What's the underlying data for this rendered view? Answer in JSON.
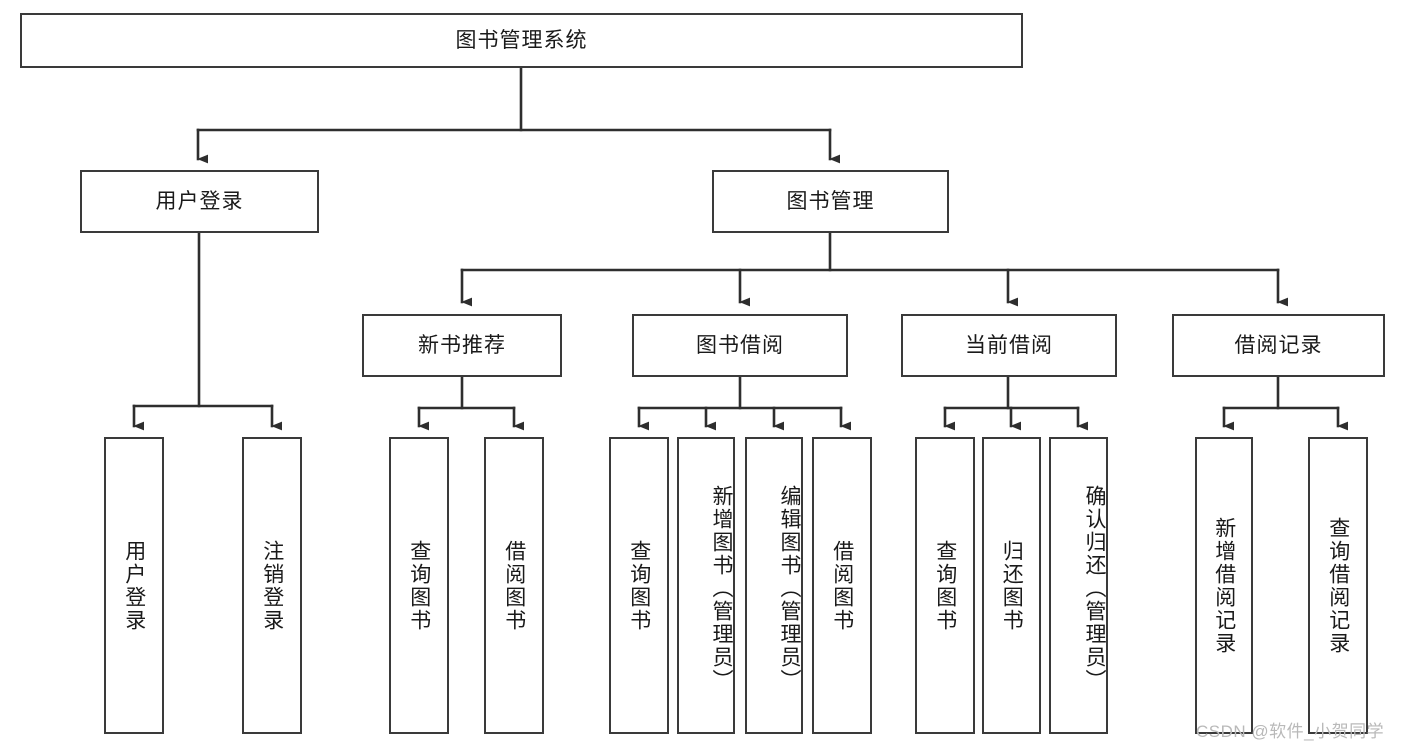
{
  "diagram": {
    "title": "图书管理系统",
    "type": "functional-structure-tree",
    "root": {
      "label": "图书管理系统"
    },
    "level2": [
      {
        "label": "用户登录"
      },
      {
        "label": "图书管理"
      }
    ],
    "level3": [
      {
        "label": "新书推荐"
      },
      {
        "label": "图书借阅"
      },
      {
        "label": "当前借阅"
      },
      {
        "label": "借阅记录"
      }
    ],
    "leaves": {
      "user_login": [
        {
          "label": "用户登录"
        },
        {
          "label": "注销登录"
        }
      ],
      "new_book_recommend": [
        {
          "label": "查询图书"
        },
        {
          "label": "借阅图书"
        }
      ],
      "book_borrow": [
        {
          "label": "查询图书"
        },
        {
          "label": "新增图书（管理员）"
        },
        {
          "label": "编辑图书（管理员）"
        },
        {
          "label": "借阅图书"
        }
      ],
      "current_borrow": [
        {
          "label": "查询图书"
        },
        {
          "label": "归还图书"
        },
        {
          "label": "确认归还（管理员）"
        }
      ],
      "borrow_record": [
        {
          "label": "新增借阅记录"
        },
        {
          "label": "查询借阅记录"
        }
      ]
    }
  },
  "watermark": {
    "text": "CSDN @软件_小贺同学"
  },
  "colors": {
    "stroke": "#3a3a3a",
    "background": "#ffffff",
    "text": "#1a1a1a",
    "watermark": "#b9b9b9"
  }
}
